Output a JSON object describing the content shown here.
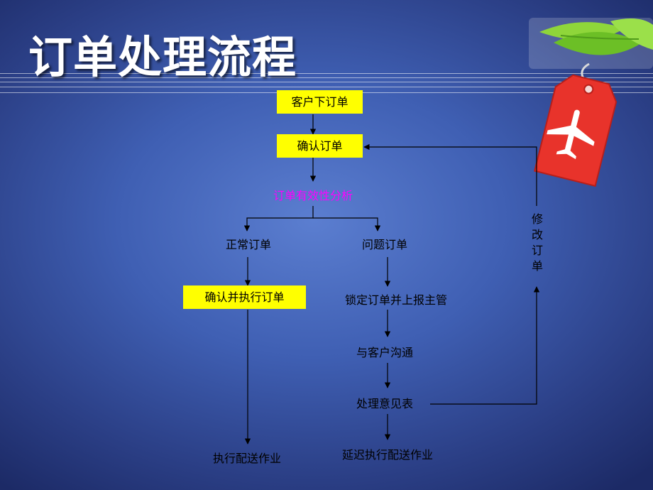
{
  "slide": {
    "title": "订单处理流程"
  },
  "flow": {
    "n1_customer_order": "客户下订单",
    "n2_confirm_order": "确认订单",
    "n3_validity_analysis": "订单有效性分析",
    "n4_normal_order": "正常订单",
    "n5_problem_order": "问题订单",
    "n6_confirm_execute": "确认并执行订单",
    "n7_lock_report": "锁定订单并上报主管",
    "n8_communicate": "与客户沟通",
    "n9_opinion_form": "处理意见表",
    "n10_execute_delivery": "执行配送作业",
    "n11_delayed_delivery": "延迟执行配送作业",
    "modify_order": "修改订单"
  },
  "colors": {
    "highlight_box": "#ffff00",
    "analysis_text": "#ff00ff",
    "tag_red": "#e8332b",
    "leaf_green": "#7bc82a"
  },
  "decor": {
    "tag_icon": "airplane-icon"
  }
}
